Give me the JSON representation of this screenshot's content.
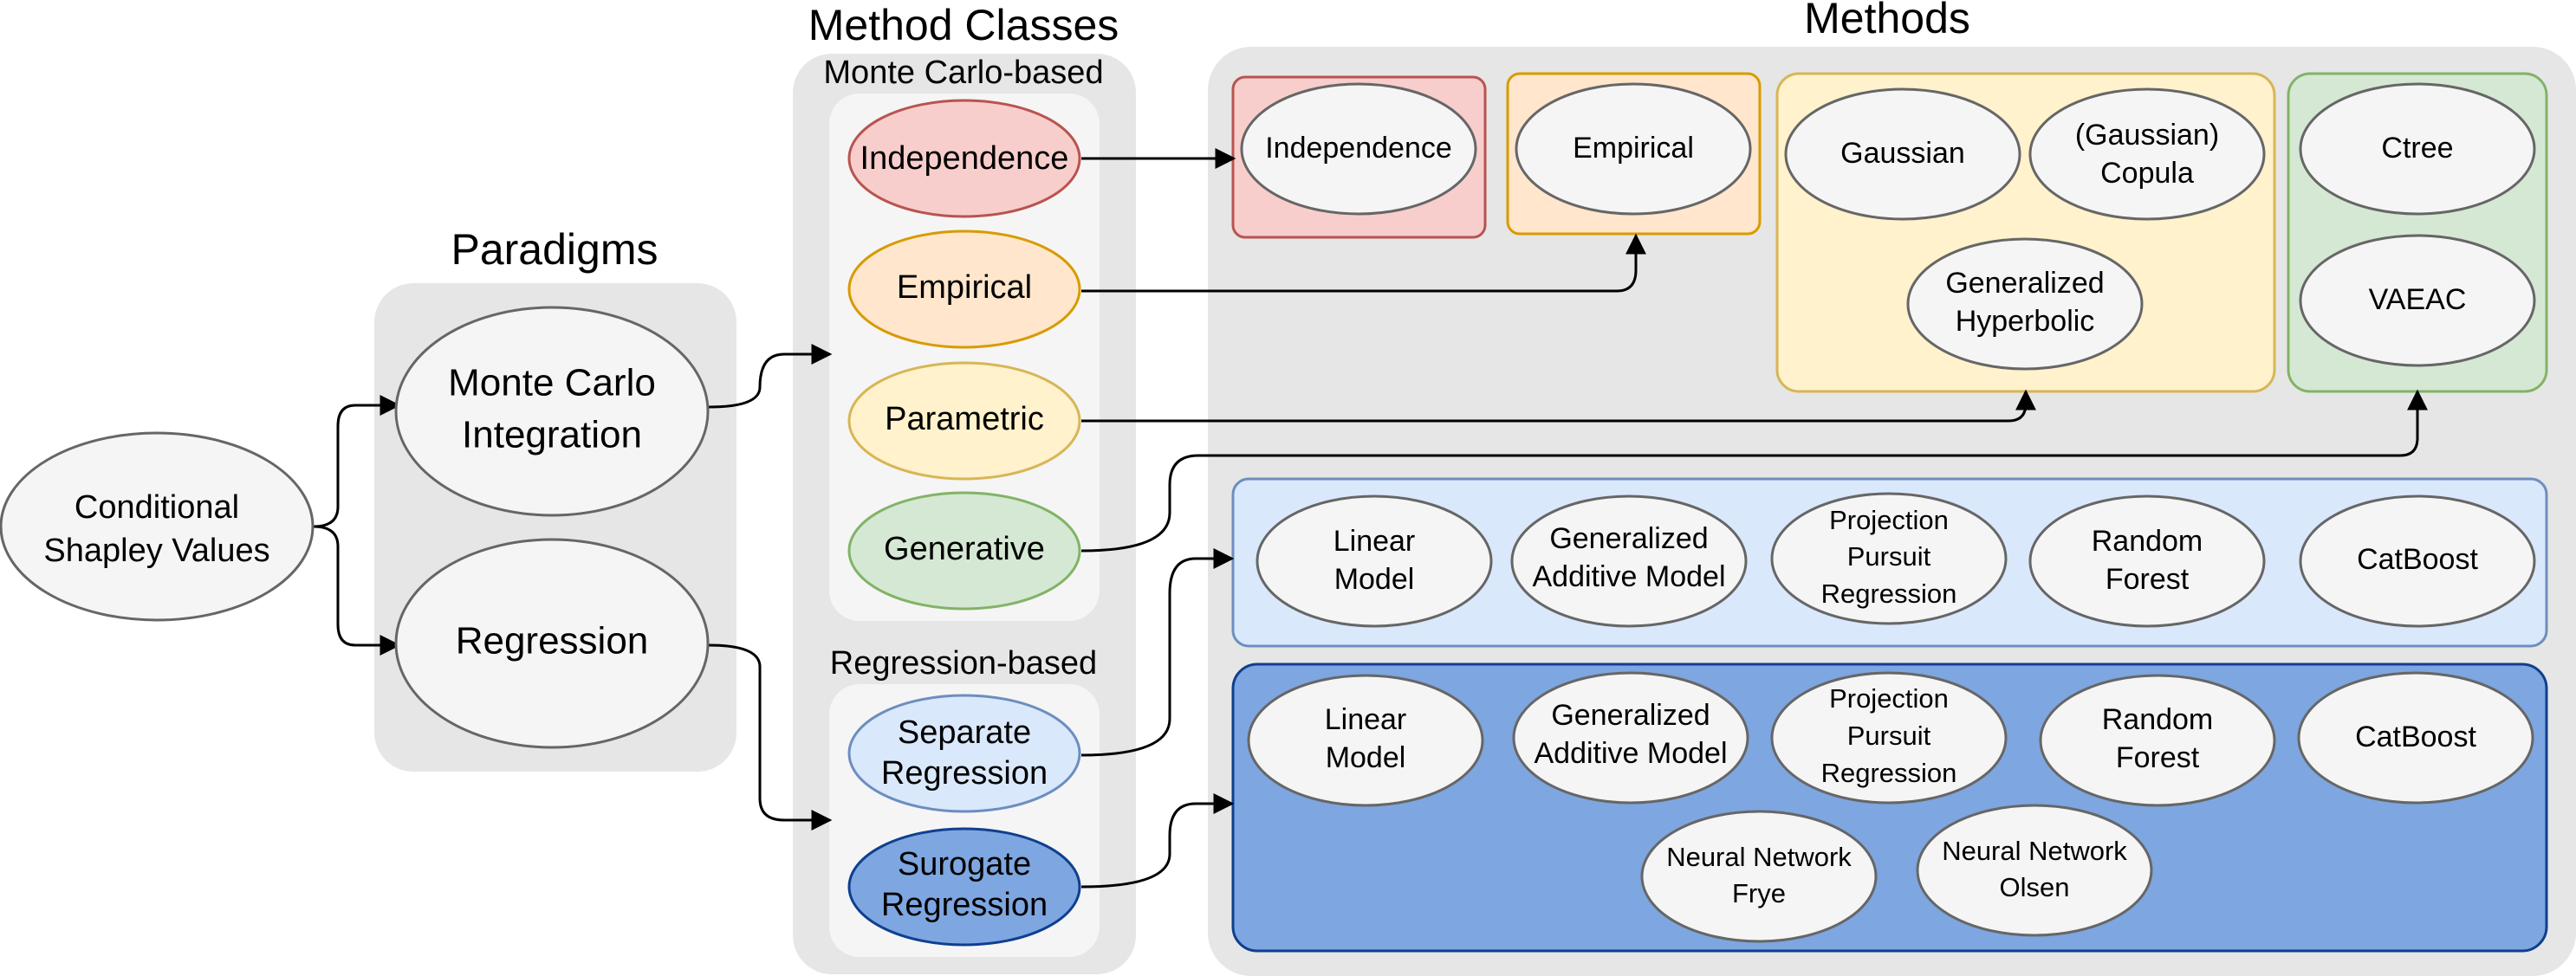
{
  "headers": {
    "paradigms": "Paradigms",
    "method_classes": "Method Classes",
    "methods": "Methods"
  },
  "root": {
    "line1": "Conditional",
    "line2": "Shapley Values"
  },
  "paradigms": {
    "monte_carlo": {
      "line1": "Monte Carlo",
      "line2": "Integration"
    },
    "regression": "Regression"
  },
  "method_classes": {
    "monte_carlo_label": "Monte Carlo-based",
    "regression_label": "Regression-based",
    "independence": "Independence",
    "empirical": "Empirical",
    "parametric": "Parametric",
    "generative": "Generative",
    "separate": {
      "line1": "Separate",
      "line2": "Regression"
    },
    "surrogate": {
      "line1": "Surogate",
      "line2": "Regression"
    }
  },
  "methods": {
    "independence": "Independence",
    "empirical": "Empirical",
    "gaussian": "Gaussian",
    "copula": {
      "line1": "(Gaussian)",
      "line2": "Copula"
    },
    "gen_hyperbolic": {
      "line1": "Generalized",
      "line2": "Hyperbolic"
    },
    "ctree": "Ctree",
    "vaeac": "VAEAC",
    "separate_row": {
      "linear": {
        "line1": "Linear",
        "line2": "Model"
      },
      "gam": {
        "line1": "Generalized",
        "line2": "Additive Model"
      },
      "ppr": {
        "line1": "Projection",
        "line2": "Pursuit",
        "line3": "Regression"
      },
      "rf": {
        "line1": "Random",
        "line2": "Forest"
      },
      "catboost": "CatBoost"
    },
    "surrogate_row": {
      "linear": {
        "line1": "Linear",
        "line2": "Model"
      },
      "gam": {
        "line1": "Generalized",
        "line2": "Additive Model"
      },
      "ppr": {
        "line1": "Projection",
        "line2": "Pursuit",
        "line3": "Regression"
      },
      "rf": {
        "line1": "Random",
        "line2": "Forest"
      },
      "catboost": "CatBoost",
      "nn_frye": {
        "line1": "Neural Network",
        "line2": "Frye"
      },
      "nn_olsen": {
        "line1": "Neural Network",
        "line2": "Olsen"
      }
    }
  },
  "colors": {
    "panel_gray": "#e6e6e6",
    "panel_inner": "#f5f5f5",
    "node_fill": "#f5f5f5",
    "node_stroke": "#666666",
    "red_fill": "#f8cecc",
    "red_stroke": "#b85450",
    "orange_fill": "#ffe6cc",
    "orange_stroke": "#d79b00",
    "yellow_fill": "#fff2cc",
    "yellow_stroke": "#d6b656",
    "green_fill": "#d5e8d4",
    "green_stroke": "#82b366",
    "lightblue_fill": "#dae8fc",
    "lightblue_stroke": "#6c8ebf",
    "blue_fill": "#7ea6e0",
    "blue_stroke": "#0f3f8f"
  }
}
